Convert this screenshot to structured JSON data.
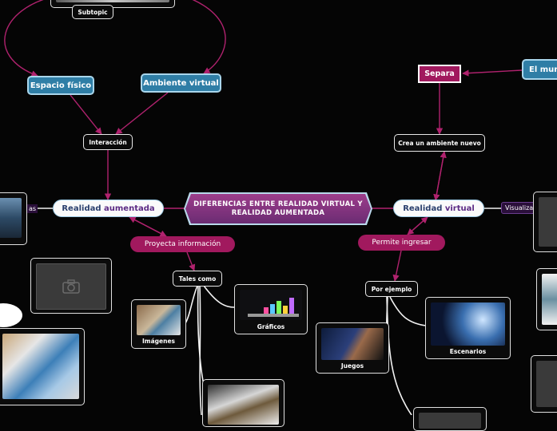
{
  "center": {
    "label": "DIFERENCIAS ENTRE REALIDAD VIRTUAL Y REALIDAD AUMENTADA"
  },
  "left": {
    "main_prefix": "Realidad",
    "main_highlight": "aumentada",
    "interaction": "Interacción",
    "physical_space": "Espacio físico",
    "virtual_env": "Ambiente virtual",
    "subtopic": "Subtopic",
    "projects": "Proyecta información",
    "such_as": "Tales como",
    "images": "Imágenes",
    "graphics": "Gráficos",
    "edge_tag": "as"
  },
  "right": {
    "main_prefix": "Realidad",
    "main_highlight": "virtual",
    "new_env": "Crea un ambiente nuevo",
    "separates": "Separa",
    "world": "El mund",
    "allows": "Permite ingresar",
    "example": "Por ejemplo",
    "games": "Juegos",
    "scenes": "Escenarios",
    "visualize": "Visualizac"
  },
  "colors": {
    "background": "#050505",
    "link": "#b0226e",
    "node_blue": "#2f7ea6",
    "node_magenta": "#a1195e"
  }
}
